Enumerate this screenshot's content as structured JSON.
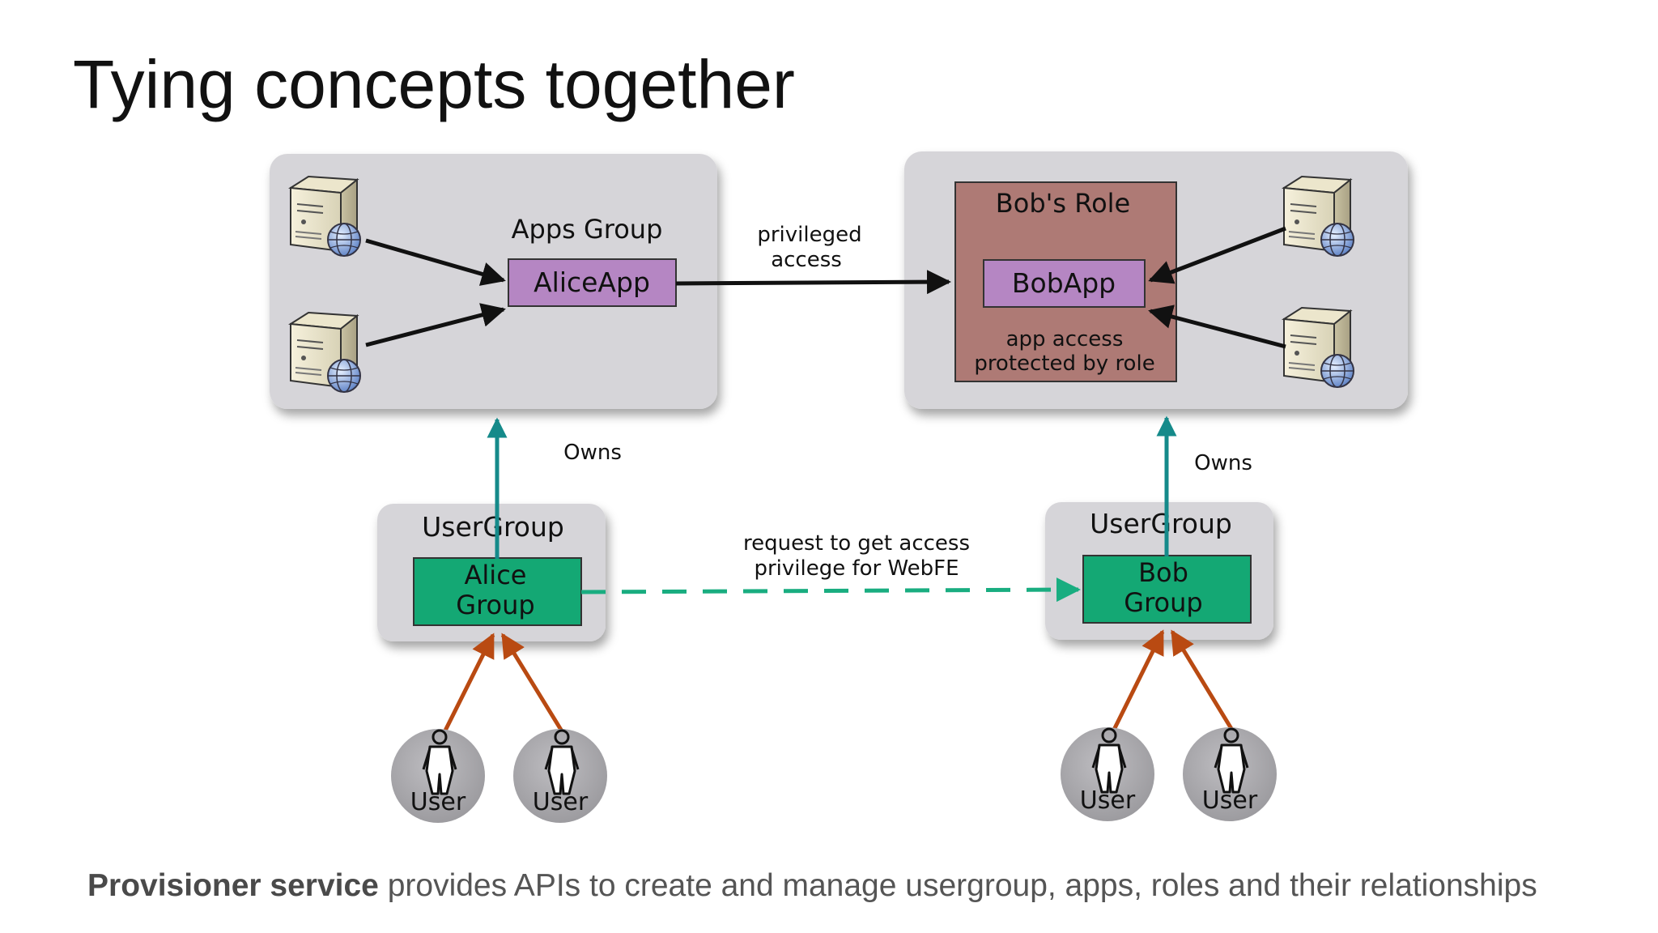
{
  "slide": {
    "title": "Tying concepts together",
    "caption_bold": "Provisioner service",
    "caption_rest": " provides APIs to create and manage usergroup, apps, roles and their relationships"
  },
  "apps_group": {
    "label": "Apps Group",
    "app_label": "AliceApp"
  },
  "bob_role": {
    "label": "Bob's Role",
    "app_label": "BobApp",
    "note_line1": "app access",
    "note_line2": "protected by role"
  },
  "edges": {
    "privileged_line1": "privileged",
    "privileged_line2": "access",
    "owns_left": "Owns",
    "owns_right": "Owns",
    "request_line1": "request to get access",
    "request_line2": "privilege for WebFE"
  },
  "user_groups": [
    {
      "label": "UserGroup",
      "group_line1": "Alice",
      "group_line2": "Group",
      "users": [
        "User",
        "User"
      ]
    },
    {
      "label": "UserGroup",
      "group_line1": "Bob",
      "group_line2": "Group",
      "users": [
        "User",
        "User"
      ]
    }
  ],
  "icons": {
    "server": "server-globe-icon",
    "user": "user-person-icon"
  },
  "colors": {
    "panel": "#d6d5d9",
    "app_box": "#b586c3",
    "role_box": "#ae7a75",
    "group_box": "#14a874",
    "owns_arrow": "#158a8a",
    "request_arrow": "#19ad80",
    "user_arrow": "#b94a12",
    "user_circle": "#a8a7ab"
  }
}
